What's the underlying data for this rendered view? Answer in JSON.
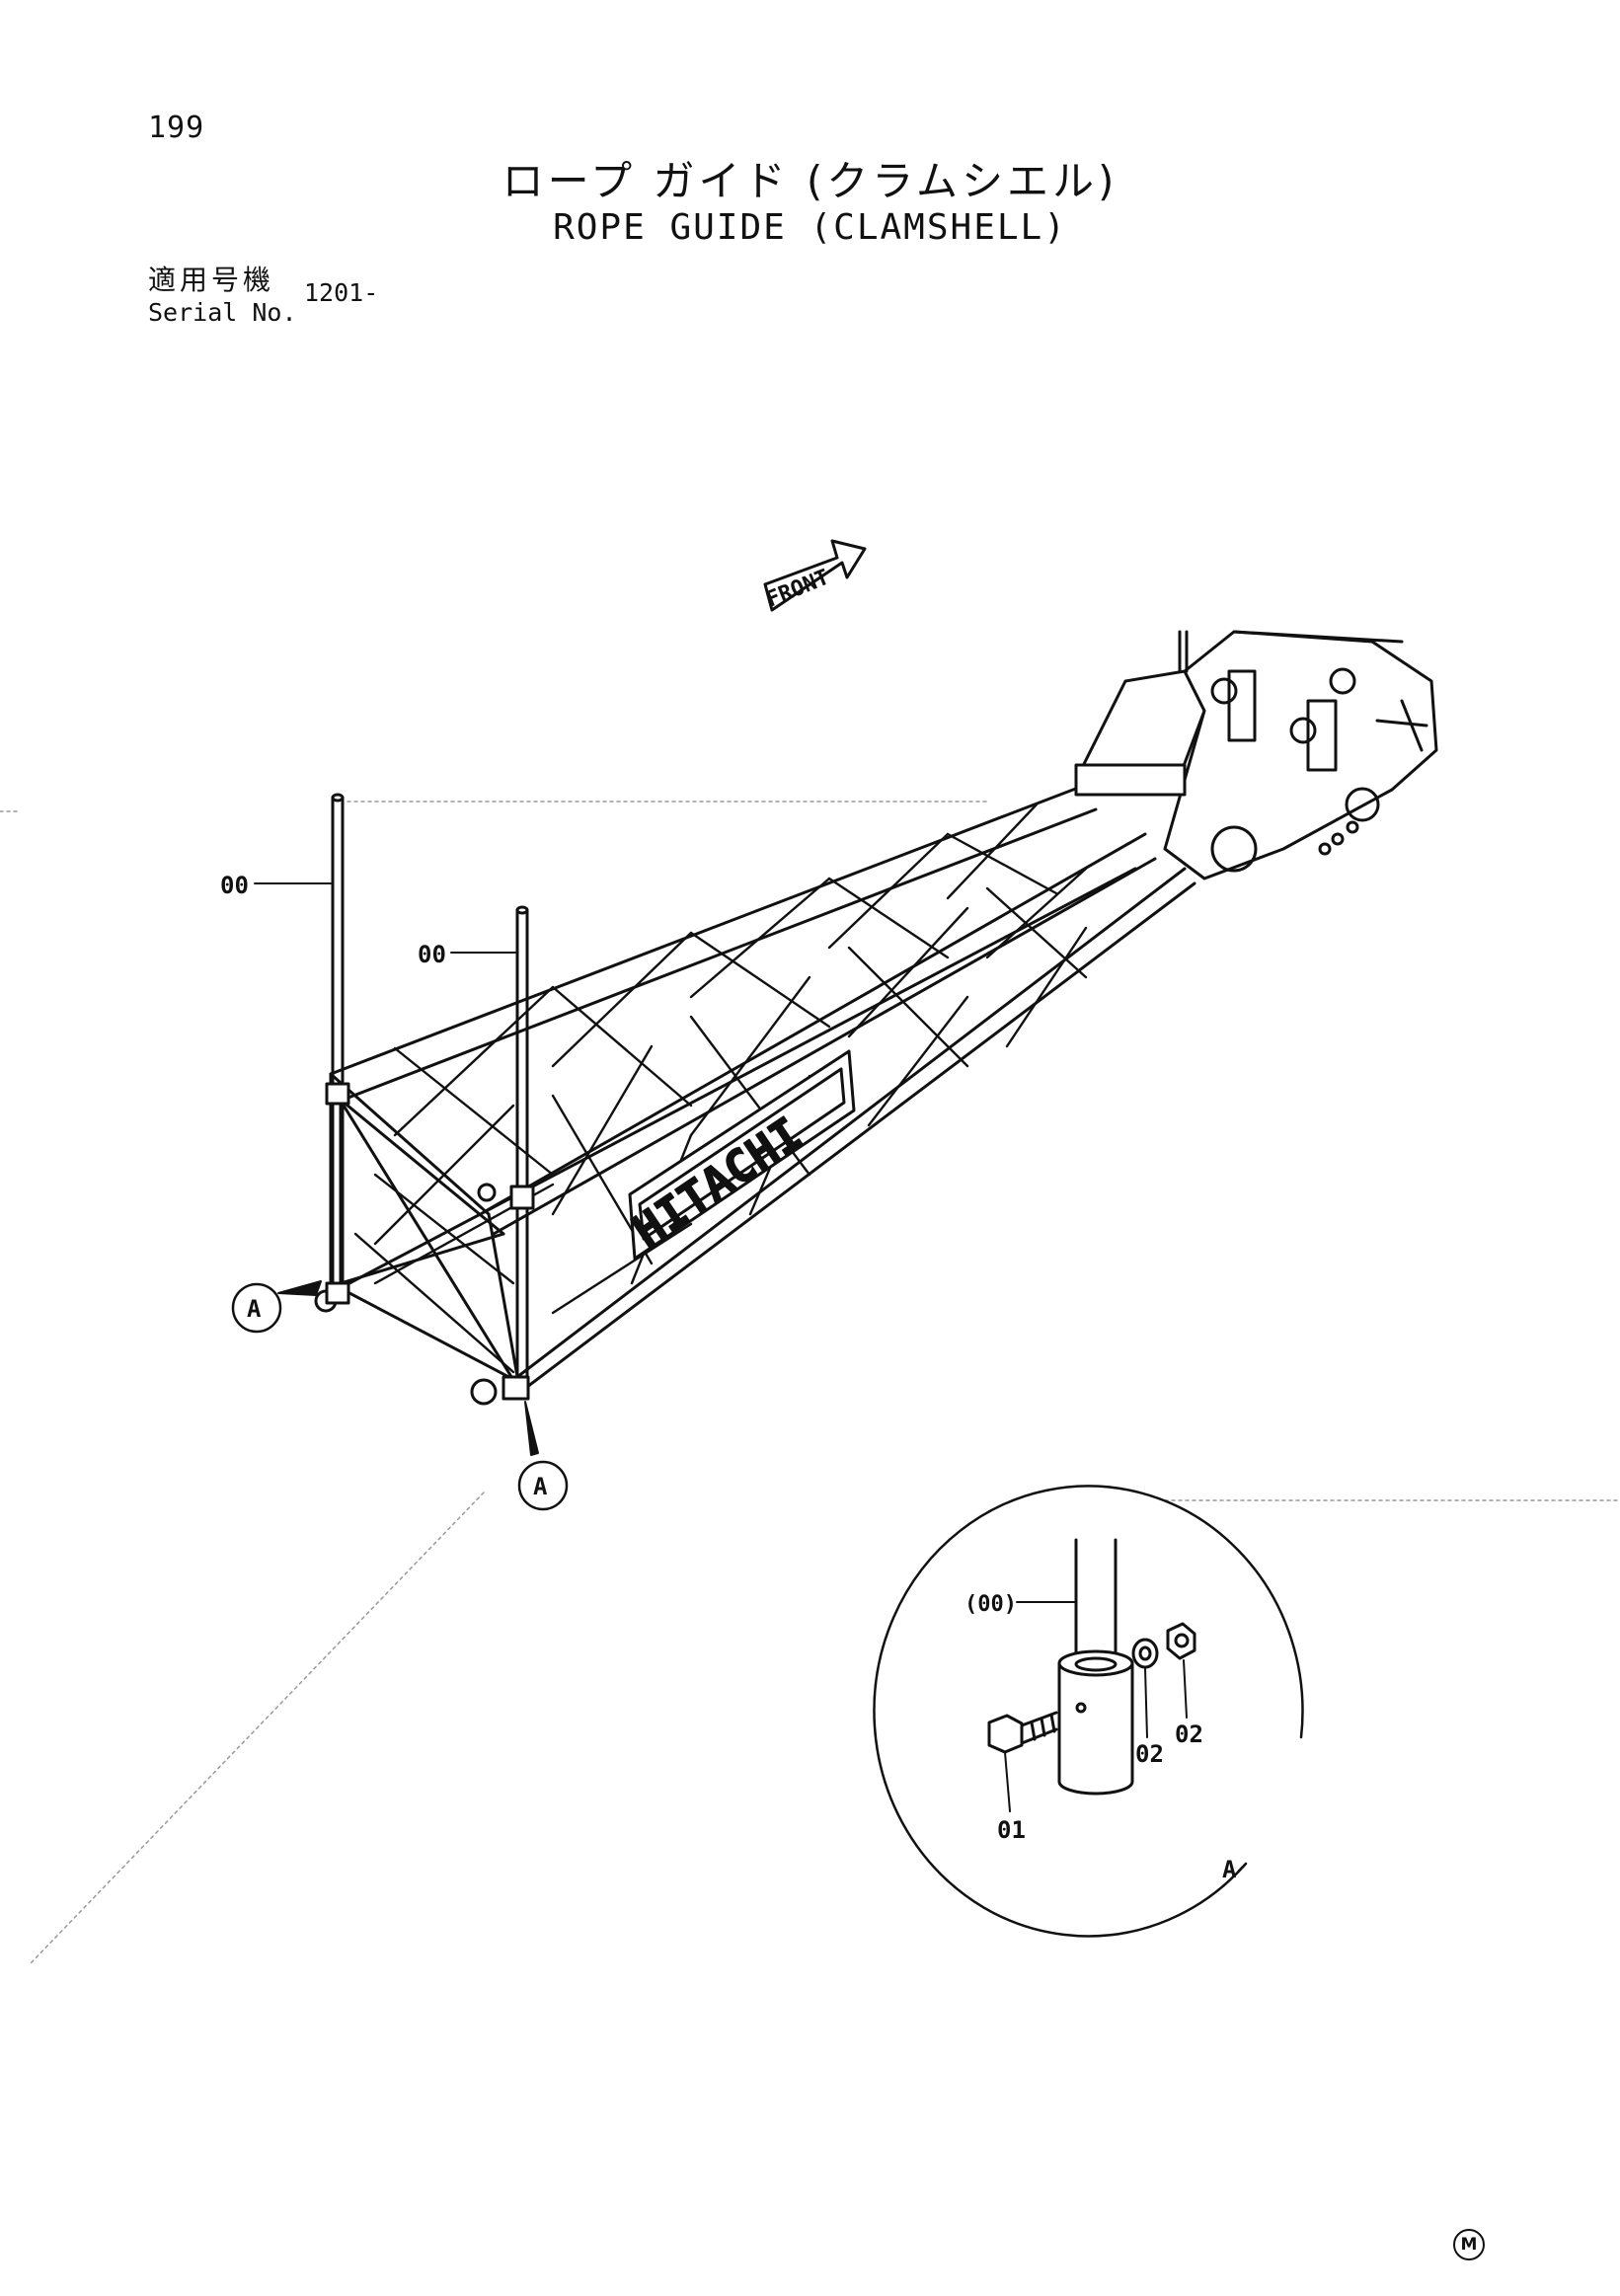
{
  "header": {
    "page_number": "199",
    "title_jp": "ロープ ガイド (クラムシエル)",
    "title_en": "ROPE GUIDE (CLAMSHELL)",
    "serial_label_jp": "適用号機",
    "serial_label_en": "Serial No.",
    "serial_value": "1201-"
  },
  "diagram": {
    "front_label": "FRONT",
    "brand_label": "HITACHI",
    "callouts": {
      "guide_rod_left": "00",
      "guide_rod_right": "00",
      "detail_ref_left": "A",
      "detail_ref_right": "A"
    },
    "detail": {
      "rod_label": "(00)",
      "bolt_label": "01",
      "nut_label_1": "02",
      "nut_label_2": "02",
      "view_label": "A"
    }
  },
  "footer": {
    "mark": "M"
  }
}
